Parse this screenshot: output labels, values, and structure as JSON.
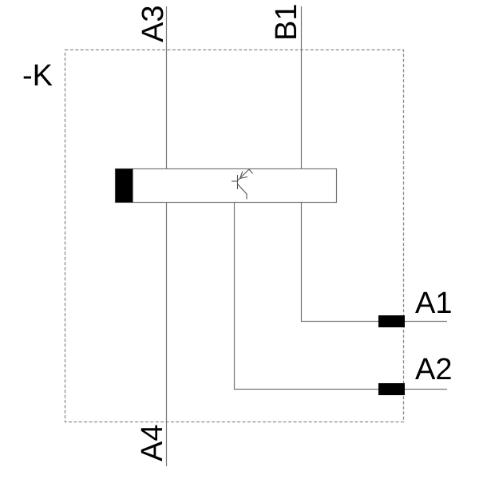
{
  "diagram": {
    "device_label": "-K",
    "top_terminals": [
      "A3",
      "B1"
    ],
    "right_terminals": [
      "A1",
      "A2"
    ],
    "bottom_terminals": [
      "A4"
    ],
    "symbols": [
      "transistor-icon",
      "terminal-block",
      "relay-input-block"
    ]
  },
  "colors": {
    "line": "#787878",
    "dash_border": "#8a8a8a",
    "symbol": "#555555",
    "terminal_block": "#000000",
    "text": "#000000",
    "background": "#ffffff"
  }
}
